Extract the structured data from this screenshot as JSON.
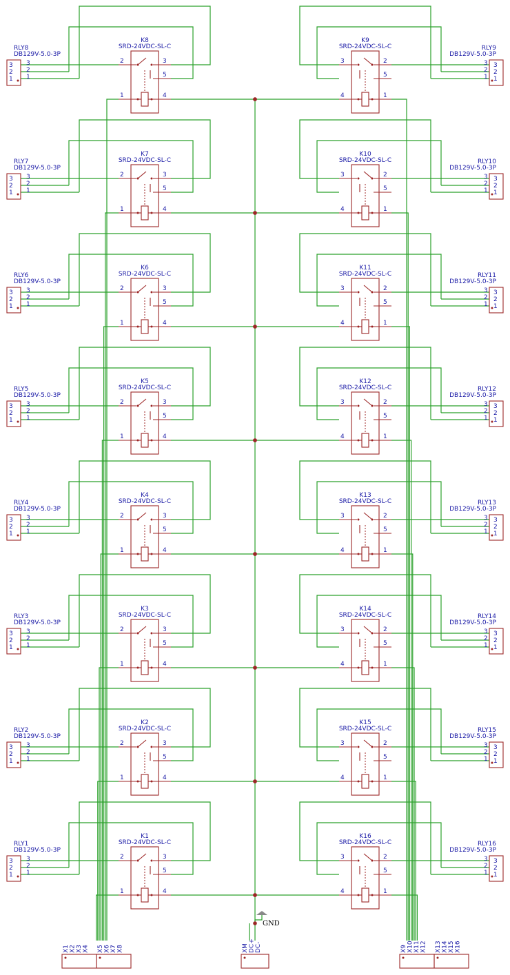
{
  "relays": [
    {
      "ref": "K1",
      "value": "SRD-24VDC-SL-C",
      "side": "left",
      "row": 7
    },
    {
      "ref": "K2",
      "value": "SRD-24VDC-SL-C",
      "side": "left",
      "row": 6
    },
    {
      "ref": "K3",
      "value": "SRD-24VDC-SL-C",
      "side": "left",
      "row": 5
    },
    {
      "ref": "K4",
      "value": "SRD-24VDC-SL-C",
      "side": "left",
      "row": 4
    },
    {
      "ref": "K5",
      "value": "SRD-24VDC-SL-C",
      "side": "left",
      "row": 3
    },
    {
      "ref": "K6",
      "value": "SRD-24VDC-SL-C",
      "side": "left",
      "row": 2
    },
    {
      "ref": "K7",
      "value": "SRD-24VDC-SL-C",
      "side": "left",
      "row": 1
    },
    {
      "ref": "K8",
      "value": "SRD-24VDC-SL-C",
      "side": "left",
      "row": 0
    },
    {
      "ref": "K9",
      "value": "SRD-24VDC-SL-C",
      "side": "right",
      "row": 0
    },
    {
      "ref": "K10",
      "value": "SRD-24VDC-SL-C",
      "side": "right",
      "row": 1
    },
    {
      "ref": "K11",
      "value": "SRD-24VDC-SL-C",
      "side": "right",
      "row": 2
    },
    {
      "ref": "K12",
      "value": "SRD-24VDC-SL-C",
      "side": "right",
      "row": 3
    },
    {
      "ref": "K13",
      "value": "SRD-24VDC-SL-C",
      "side": "right",
      "row": 4
    },
    {
      "ref": "K14",
      "value": "SRD-24VDC-SL-C",
      "side": "right",
      "row": 5
    },
    {
      "ref": "K15",
      "value": "SRD-24VDC-SL-C",
      "side": "right",
      "row": 6
    },
    {
      "ref": "K16",
      "value": "SRD-24VDC-SL-C",
      "side": "right",
      "row": 7
    }
  ],
  "connectors": [
    {
      "ref": "RLY1",
      "value": "DB129V-5.0-3P",
      "side": "left",
      "row": 7
    },
    {
      "ref": "RLY2",
      "value": "DB129V-5.0-3P",
      "side": "left",
      "row": 6
    },
    {
      "ref": "RLY3",
      "value": "DB129V-5.0-3P",
      "side": "left",
      "row": 5
    },
    {
      "ref": "RLY4",
      "value": "DB129V-5.0-3P",
      "side": "left",
      "row": 4
    },
    {
      "ref": "RLY5",
      "value": "DB129V-5.0-3P",
      "side": "left",
      "row": 3
    },
    {
      "ref": "RLY6",
      "value": "DB129V-5.0-3P",
      "side": "left",
      "row": 2
    },
    {
      "ref": "RLY7",
      "value": "DB129V-5.0-3P",
      "side": "left",
      "row": 1
    },
    {
      "ref": "RLY8",
      "value": "DB129V-5.0-3P",
      "side": "left",
      "row": 0
    },
    {
      "ref": "RLY9",
      "value": "DB129V-5.0-3P",
      "side": "right",
      "row": 0
    },
    {
      "ref": "RLY10",
      "value": "DB129V-5.0-3P",
      "side": "right",
      "row": 1
    },
    {
      "ref": "RLY11",
      "value": "DB129V-5.0-3P",
      "side": "right",
      "row": 2
    },
    {
      "ref": "RLY12",
      "value": "DB129V-5.0-3P",
      "side": "right",
      "row": 3
    },
    {
      "ref": "RLY13",
      "value": "DB129V-5.0-3P",
      "side": "right",
      "row": 4
    },
    {
      "ref": "RLY14",
      "value": "DB129V-5.0-3P",
      "side": "right",
      "row": 5
    },
    {
      "ref": "RLY15",
      "value": "DB129V-5.0-3P",
      "side": "right",
      "row": 6
    },
    {
      "ref": "RLY16",
      "value": "DB129V-5.0-3P",
      "side": "right",
      "row": 7
    }
  ],
  "bottom_headers": [
    {
      "id": "h1",
      "labels": [
        "X1",
        "X2",
        "X3",
        "X4"
      ]
    },
    {
      "id": "h2",
      "labels": [
        "X5",
        "X6",
        "X7",
        "X8"
      ]
    },
    {
      "id": "h3",
      "labels": [
        "XM",
        "DC+",
        "DC-"
      ]
    },
    {
      "id": "h4",
      "labels": [
        "X9",
        "X10",
        "X11",
        "X12"
      ]
    },
    {
      "id": "h5",
      "labels": [
        "X13",
        "X14",
        "X15",
        "X16"
      ]
    }
  ],
  "relay_pins": {
    "left": [
      "2",
      "3",
      "5",
      "1",
      "4"
    ],
    "right": [
      "3",
      "2",
      "5",
      "4",
      "1"
    ]
  },
  "connector_pins": [
    "3",
    "2",
    "1"
  ],
  "gnd_label": "GND",
  "colors": {
    "wire": "#2aa12a",
    "component": "#9c2626",
    "text": "#1a1aa6",
    "junction": "#9c2626"
  }
}
